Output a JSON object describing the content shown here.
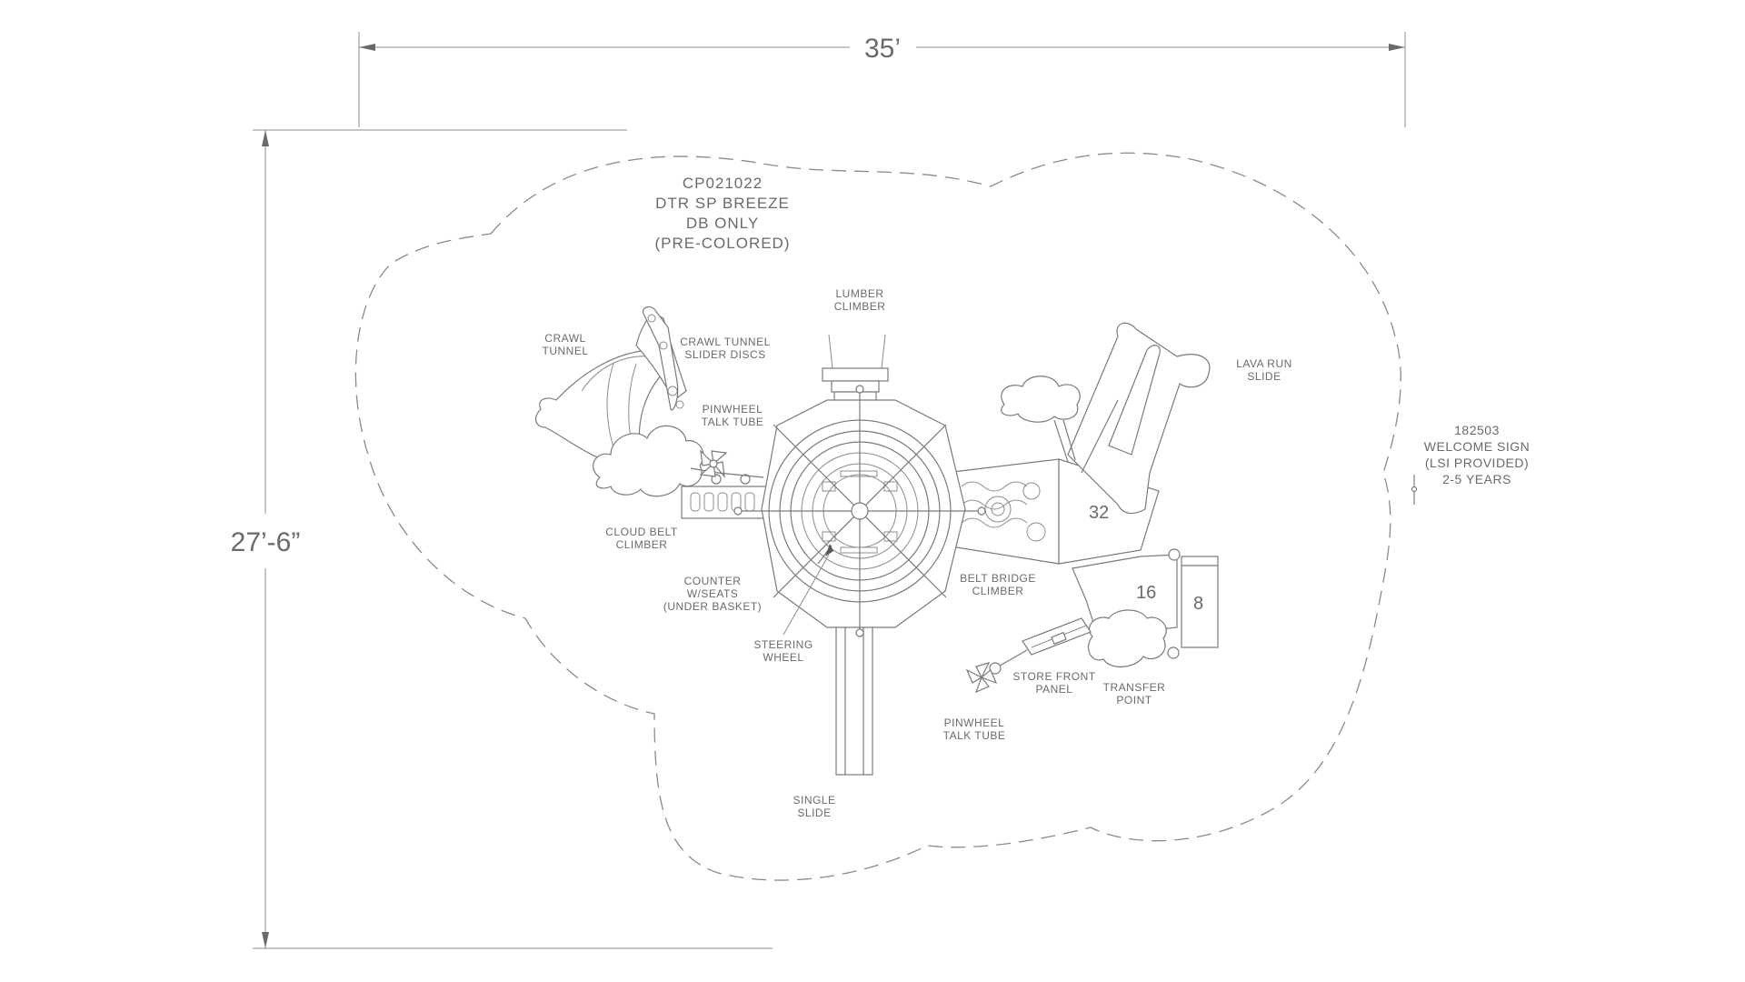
{
  "dimensions": {
    "width": "35’",
    "depth": "27’-6”"
  },
  "product": {
    "lines": [
      "CP021022",
      "DTR SP BREEZE",
      "DB ONLY",
      "(PRE-COLORED)"
    ]
  },
  "sign": {
    "lines": [
      "182503",
      "WELCOME SIGN",
      "(LSI PROVIDED)",
      "2-5 YEARS"
    ]
  },
  "labels": {
    "lumber_climber": [
      "LUMBER",
      "CLIMBER"
    ],
    "crawl_tunnel": [
      "CRAWL",
      "TUNNEL"
    ],
    "crawl_tunnel_slider_discs": [
      "CRAWL TUNNEL",
      "SLIDER DISCS"
    ],
    "pinwheel_talk_tube_left": [
      "PINWHEEL",
      "TALK TUBE"
    ],
    "lava_run_slide": [
      "LAVA RUN",
      "SLIDE"
    ],
    "cloud_belt_climber": [
      "CLOUD BELT",
      "CLIMBER"
    ],
    "counter_seats": [
      "COUNTER",
      "W/SEATS",
      "(UNDER BASKET)"
    ],
    "steering_wheel": [
      "STEERING",
      "WHEEL"
    ],
    "belt_bridge_climber": [
      "BELT BRIDGE",
      "CLIMBER"
    ],
    "store_front_panel": [
      "STORE FRONT",
      "PANEL"
    ],
    "transfer_point": [
      "TRANSFER",
      "POINT"
    ],
    "pinwheel_talk_tube_right": [
      "PINWHEEL",
      "TALK TUBE"
    ],
    "single_slide": [
      "SINGLE",
      "SLIDE"
    ]
  },
  "platform_heights": {
    "p32": "32",
    "p16": "16",
    "p8": "8"
  }
}
